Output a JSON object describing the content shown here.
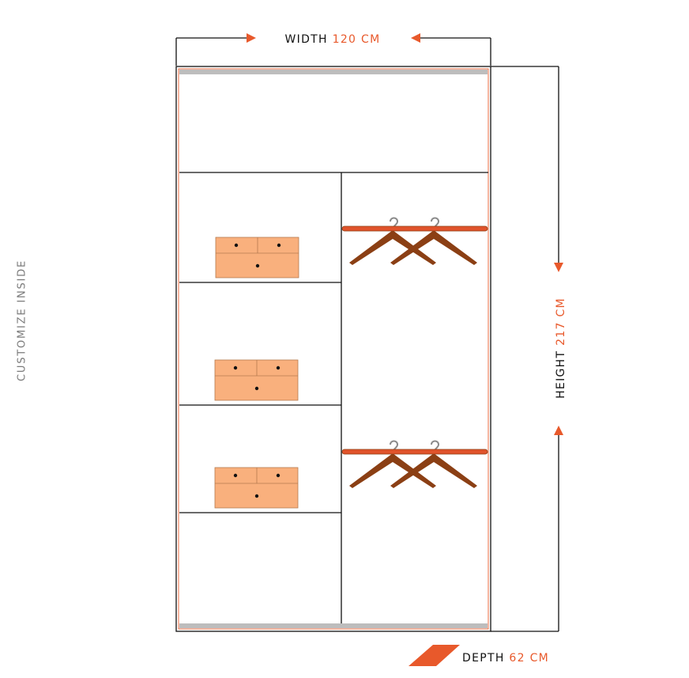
{
  "side_label": "CUSTOMIZE INSIDE",
  "dimensions": {
    "width": {
      "label": "WIDTH",
      "value": "120 CM"
    },
    "height": {
      "label": "HEIGHT",
      "value": "217 CM"
    },
    "depth": {
      "label": "DEPTH",
      "value": "62 CM"
    }
  },
  "colors": {
    "accent": "#e8592b",
    "drawer": "#f9b07d",
    "hanger": "#8b3f14",
    "rail": "#e0532b",
    "frame": "#111111",
    "trim": "#bdbdbd"
  },
  "icons": [
    "arrow-right-icon",
    "arrow-left-icon",
    "arrow-down-icon",
    "arrow-up-icon",
    "depth-parallelogram-icon",
    "hanger-icon",
    "drawer-icon"
  ]
}
